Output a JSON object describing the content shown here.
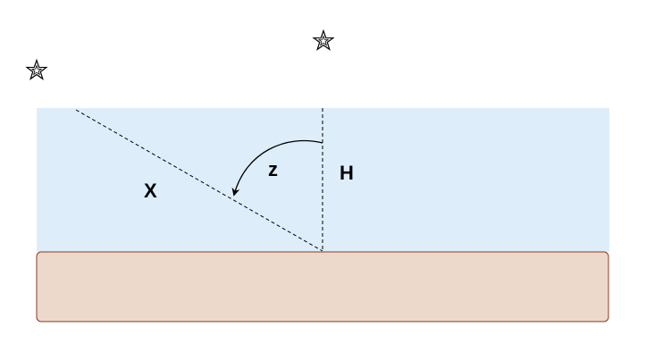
{
  "diagram": {
    "labels": {
      "x_label": "X",
      "angle_label": "z",
      "height_label": "H"
    },
    "icons": [
      "star-icon",
      "star-icon"
    ],
    "colors": {
      "sky_band": "#ddeefa",
      "ground": "#ecd9cb",
      "ground_border": "#8b3a1e",
      "lines": "#000000"
    }
  }
}
